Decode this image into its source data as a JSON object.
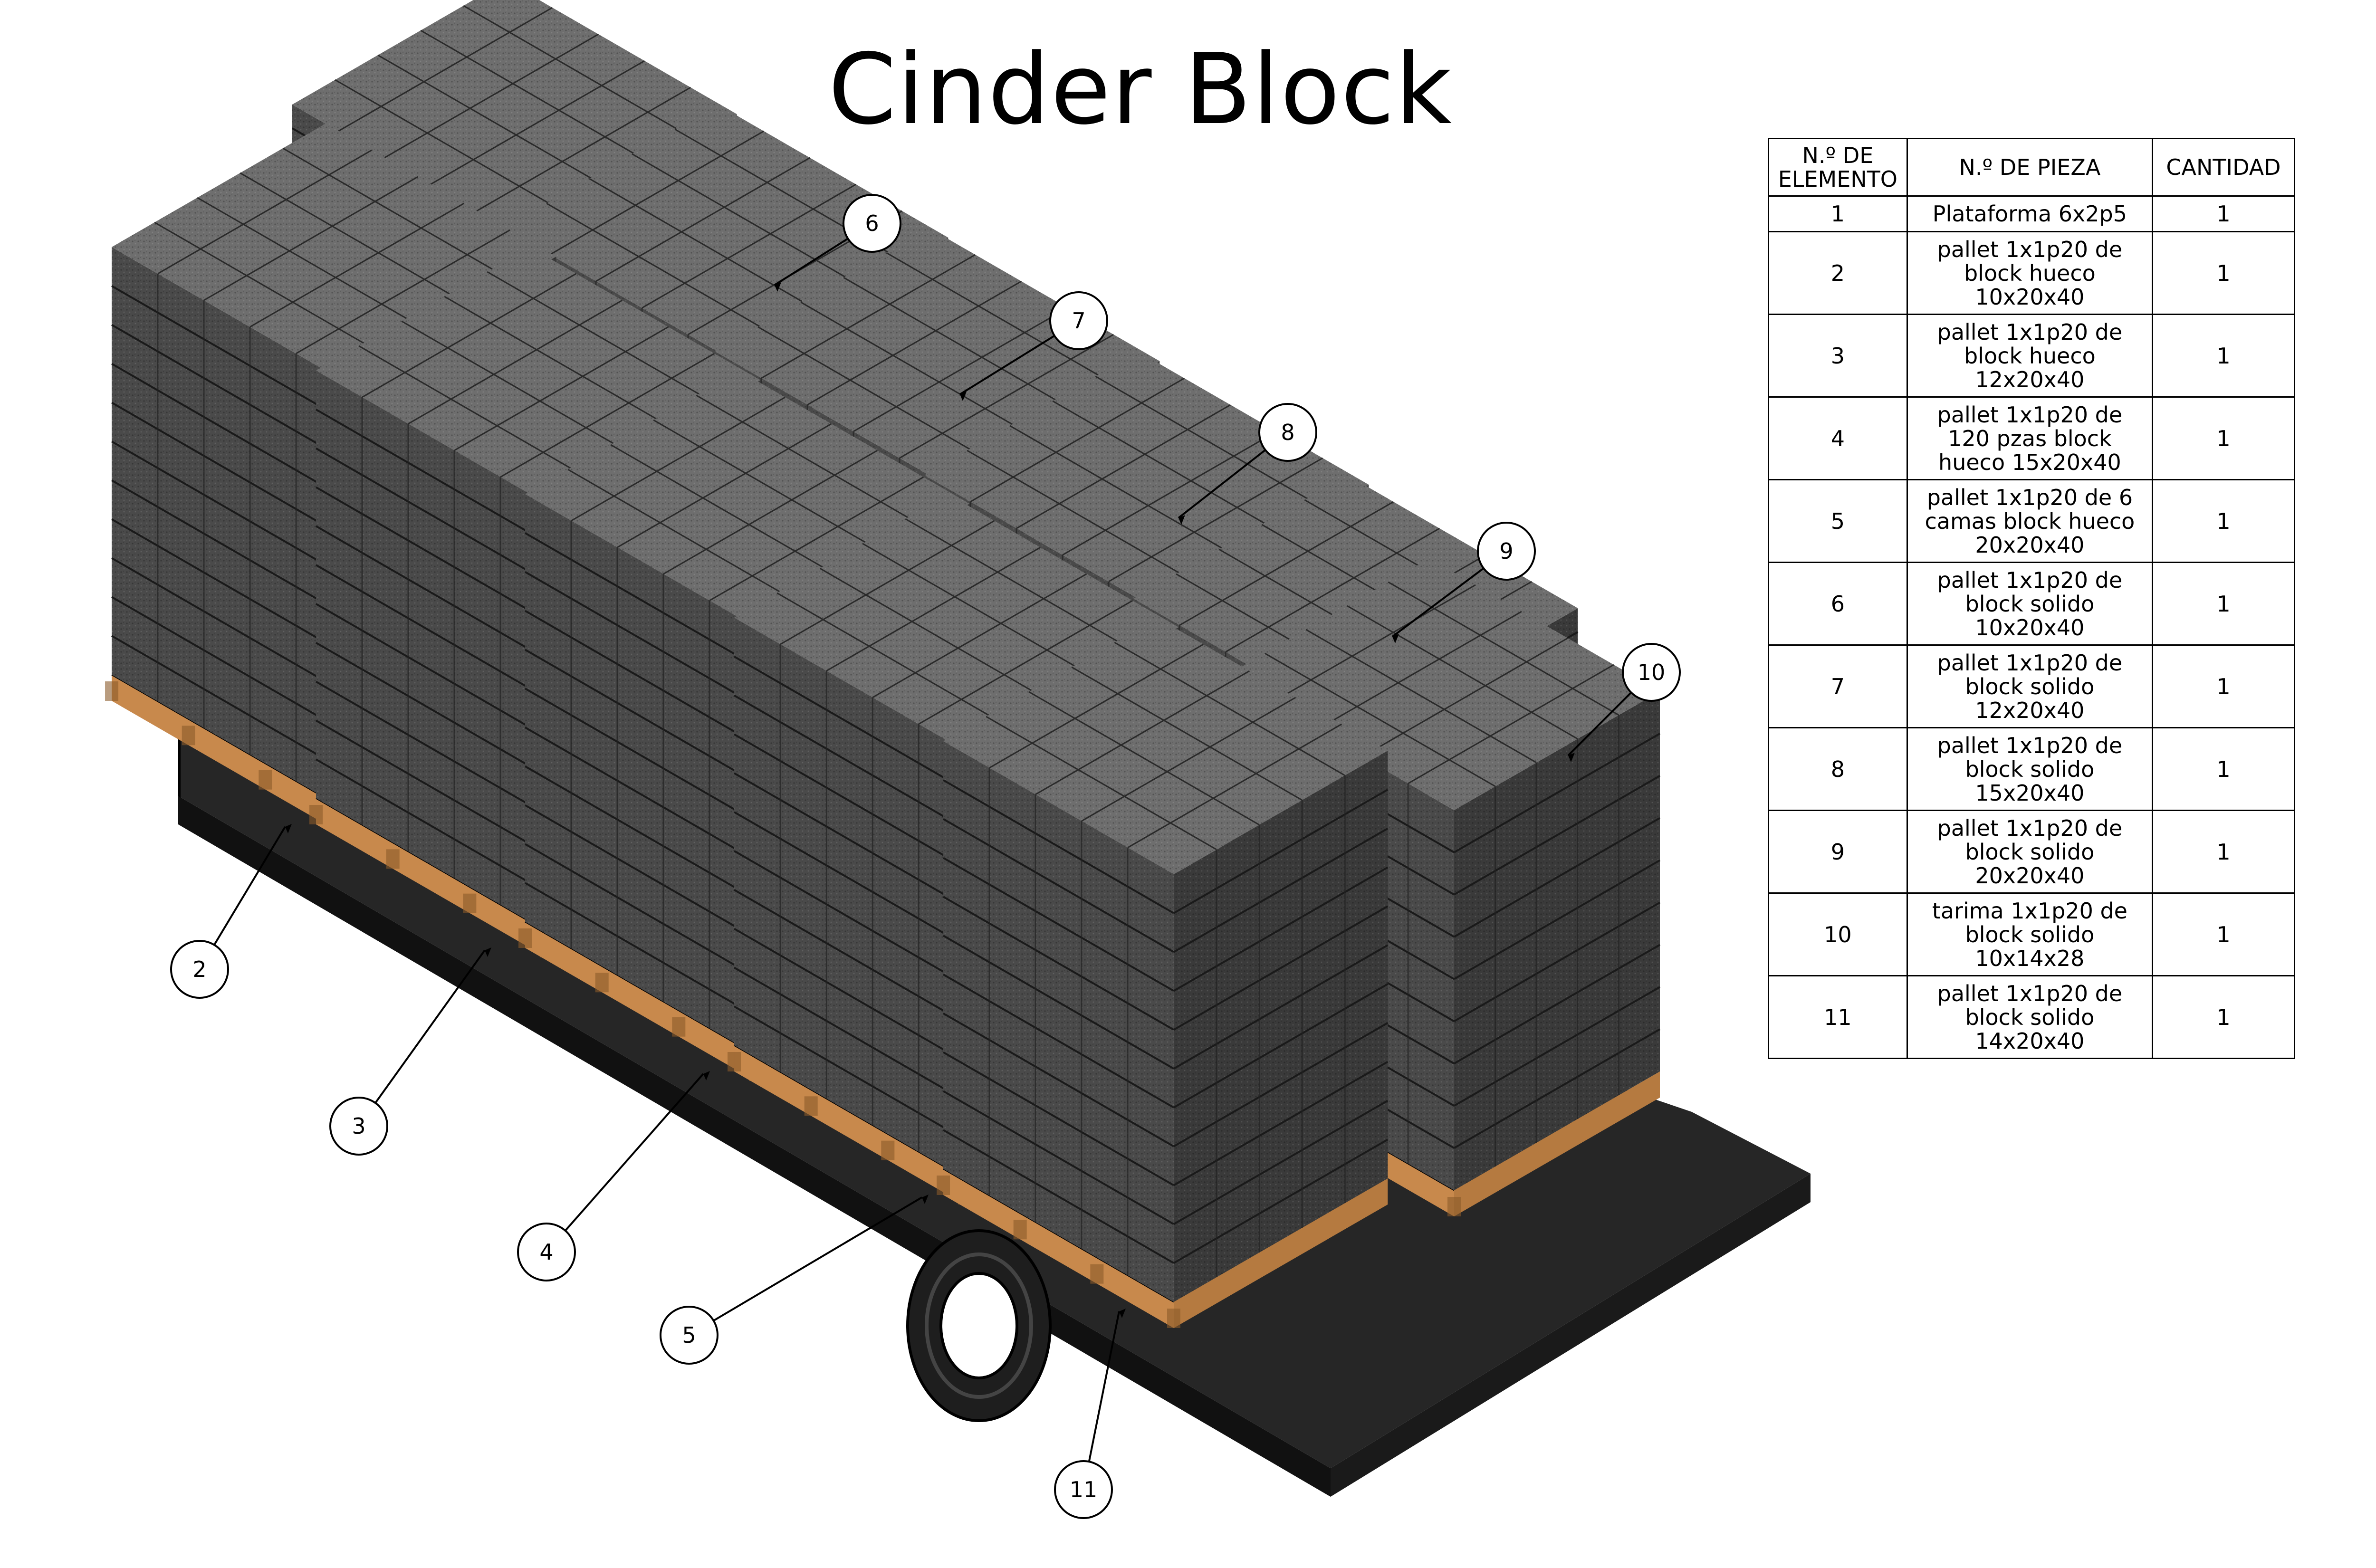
{
  "title": "Cinder Block",
  "bom": {
    "headers": [
      "N.º DE ELEMENTO",
      "N.º DE PIEZA",
      "CANTIDAD"
    ],
    "rows": [
      {
        "item": "1",
        "part": "Plataforma 6x2p5",
        "qty": "1"
      },
      {
        "item": "2",
        "part": "pallet 1x1p20 de block hueco 10x20x40",
        "qty": "1"
      },
      {
        "item": "3",
        "part": "pallet 1x1p20 de block hueco 12x20x40",
        "qty": "1"
      },
      {
        "item": "4",
        "part": "pallet 1x1p20 de 120 pzas block hueco 15x20x40",
        "qty": "1"
      },
      {
        "item": "5",
        "part": "pallet 1x1p20 de 6 camas block hueco 20x20x40",
        "qty": "1"
      },
      {
        "item": "6",
        "part": "pallet 1x1p20 de block solido 10x20x40",
        "qty": "1"
      },
      {
        "item": "7",
        "part": "pallet 1x1p20 de block solido 12x20x40",
        "qty": "1"
      },
      {
        "item": "8",
        "part": "pallet 1x1p20 de block solido 15x20x40",
        "qty": "1"
      },
      {
        "item": "9",
        "part": "pallet 1x1p20 de block solido 20x20x40",
        "qty": "1"
      },
      {
        "item": "10",
        "part": "tarima 1x1p20 de block solido 10x14x28",
        "qty": "1"
      },
      {
        "item": "11",
        "part": "pallet 1x1p20 de block solido 14x20x40",
        "qty": "1"
      }
    ]
  },
  "balloons": [
    "2",
    "3",
    "4",
    "5",
    "6",
    "7",
    "8",
    "9",
    "10",
    "11"
  ],
  "colors": {
    "block_top": "#6e6e6e",
    "block_side": "#4a4a4a",
    "block_face": "#3a3a3a",
    "pallet_wood": "#c8894c",
    "platform": "#262626",
    "tire": "#1e1e1e"
  }
}
